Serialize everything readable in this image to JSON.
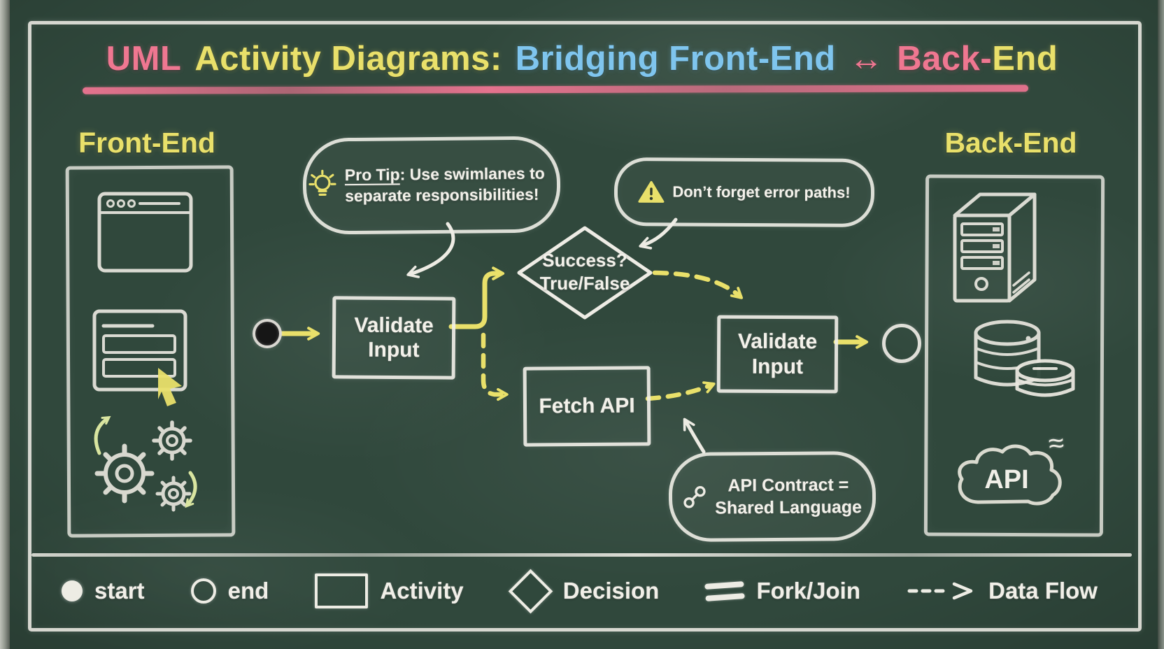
{
  "title": {
    "uml": "UML",
    "activity": "Activity Diagrams:",
    "bridging": "Bridging Front-End",
    "arrow": "↔",
    "back": "Back-",
    "end": "End"
  },
  "swimlanes": {
    "frontend": {
      "label": "Front-End",
      "icons": [
        "browser-window",
        "form-with-cursor",
        "gears"
      ]
    },
    "backend": {
      "label": "Back-End",
      "icons": [
        "server-tower",
        "database",
        "api-cloud"
      ],
      "cloud_label": "API",
      "cloud_steam": "≈"
    }
  },
  "flow": {
    "start": {
      "type": "start-node"
    },
    "validate_fe": {
      "label": "Validate Input"
    },
    "decision": {
      "label": "Success? True/False"
    },
    "fetch_api": {
      "label": "Fetch API"
    },
    "validate_be": {
      "label": "Validate Input"
    },
    "end": {
      "type": "end-node"
    }
  },
  "callouts": {
    "pro_tip": {
      "icon": "lightbulb-icon",
      "lead": "Pro Tip",
      "rest": ": Use swimlanes to separate responsibilities!"
    },
    "error": {
      "icon": "warning-icon",
      "text": "Don’t forget error paths!"
    },
    "api_contract": {
      "icon": "link-icon",
      "text": "API Contract = Shared Language"
    }
  },
  "legend": {
    "items": [
      {
        "icon": "start-node",
        "label": "start"
      },
      {
        "icon": "end-node",
        "label": "end"
      },
      {
        "icon": "activity-box",
        "label": "Activity"
      },
      {
        "icon": "decision-diamond",
        "label": "Decision"
      },
      {
        "icon": "fork-join-bars",
        "label": "Fork/Join"
      },
      {
        "icon": "data-flow-arrow",
        "label": "Data Flow"
      }
    ]
  },
  "colors": {
    "board_green": "#30483c",
    "chalk_white": "#eceae2",
    "chalk_yellow": "#e9e06a",
    "chalk_pink": "#ef7791",
    "chalk_blue": "#7fc5ee",
    "gear_arrow_green": "#d9e5a0"
  }
}
